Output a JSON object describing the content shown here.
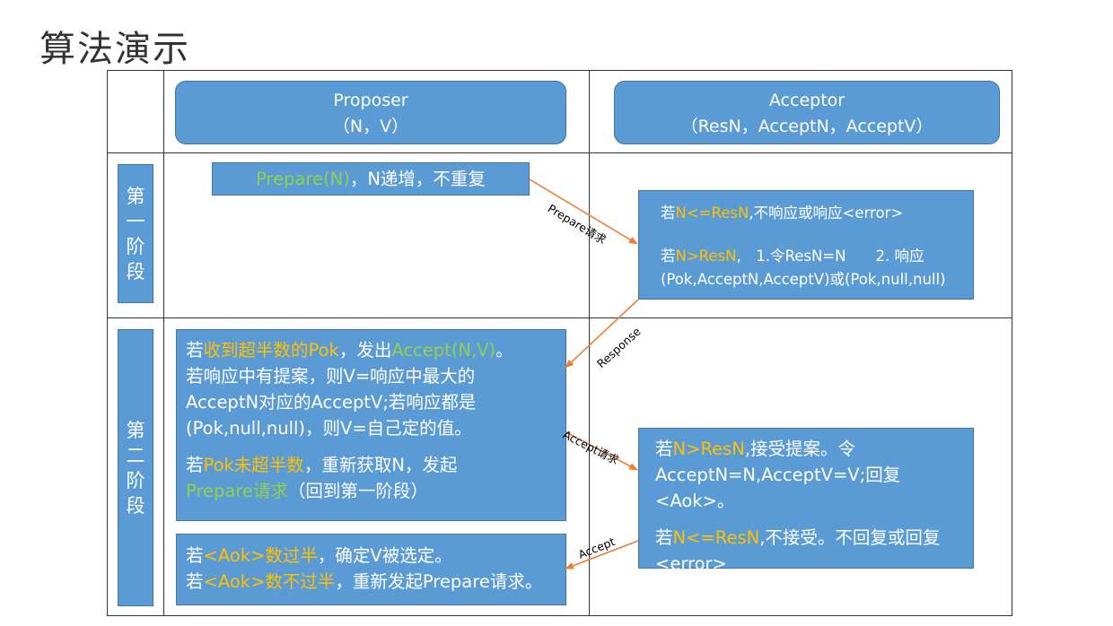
{
  "title": "算法演示",
  "colors": {
    "box_fill": "#5B9BD5",
    "box_border": "#41719C",
    "arrow": "#ED7D31",
    "highlight_green": "#92D050",
    "highlight_orange": "#FFC000"
  },
  "proposer": {
    "name": "Proposer",
    "state": "（N，V）"
  },
  "acceptor": {
    "name": "Acceptor",
    "state": "（ResN，AcceptN，AcceptV）"
  },
  "stage1": {
    "label": [
      "第",
      "一",
      "阶",
      "段"
    ]
  },
  "stage2": {
    "label": [
      "第",
      "二",
      "阶",
      "段"
    ]
  },
  "prepare_box": {
    "a": "Prepare(N)",
    "b": "，N递增，不重复"
  },
  "acceptor_prepare_box": {
    "l1_a": "若",
    "l1_b": "N<=ResN",
    "l1_c": ",不响应或响应<error>",
    "l2_a": "若",
    "l2_b": "N>ResN",
    "l2_c": ",　1.令ResN=N　　2. 响应",
    "l3": "(Pok,AcceptN,AcceptV)或(Pok,null,null)"
  },
  "proposer_accept_box": {
    "l1_a": "若",
    "l1_b": "收到超半数的Pok",
    "l1_c": "，发出",
    "l1_d": "Accept(N,V)",
    "l1_e": "。",
    "l2": "若响应中有提案，则V=响应中最大的",
    "l3": "AcceptN对应的AcceptV;若响应都是",
    "l4": "(Pok,null,null)，则V=自己定的值。",
    "l5_a": "若",
    "l5_b": "Pok未超半数",
    "l5_c": "，重新获取N，发起",
    "l6_a": "Prepare请求",
    "l6_b": "（回到第一阶段）"
  },
  "acceptor_accept_box": {
    "l1_a": "若",
    "l1_b": "N>ResN",
    "l1_c": ",接受提案。令",
    "l2": "AcceptN=N,AcceptV=V;回复<Aok>。",
    "l3_a": "若",
    "l3_b": "N<=ResN",
    "l3_c": ",不接受。不回复或回复",
    "l4": "<error>"
  },
  "proposer_result_box": {
    "l1_a": "若",
    "l1_b": "<Aok>数过半",
    "l1_c": "，确定V被选定。",
    "l2_a": "若",
    "l2_b": "<Aok>数不过半",
    "l2_c": "，重新发起Prepare请求。"
  },
  "arrow_labels": {
    "prepare": "Prepare请求",
    "response": "Response",
    "accept_request": "Accept请求",
    "accept": "Accept"
  }
}
